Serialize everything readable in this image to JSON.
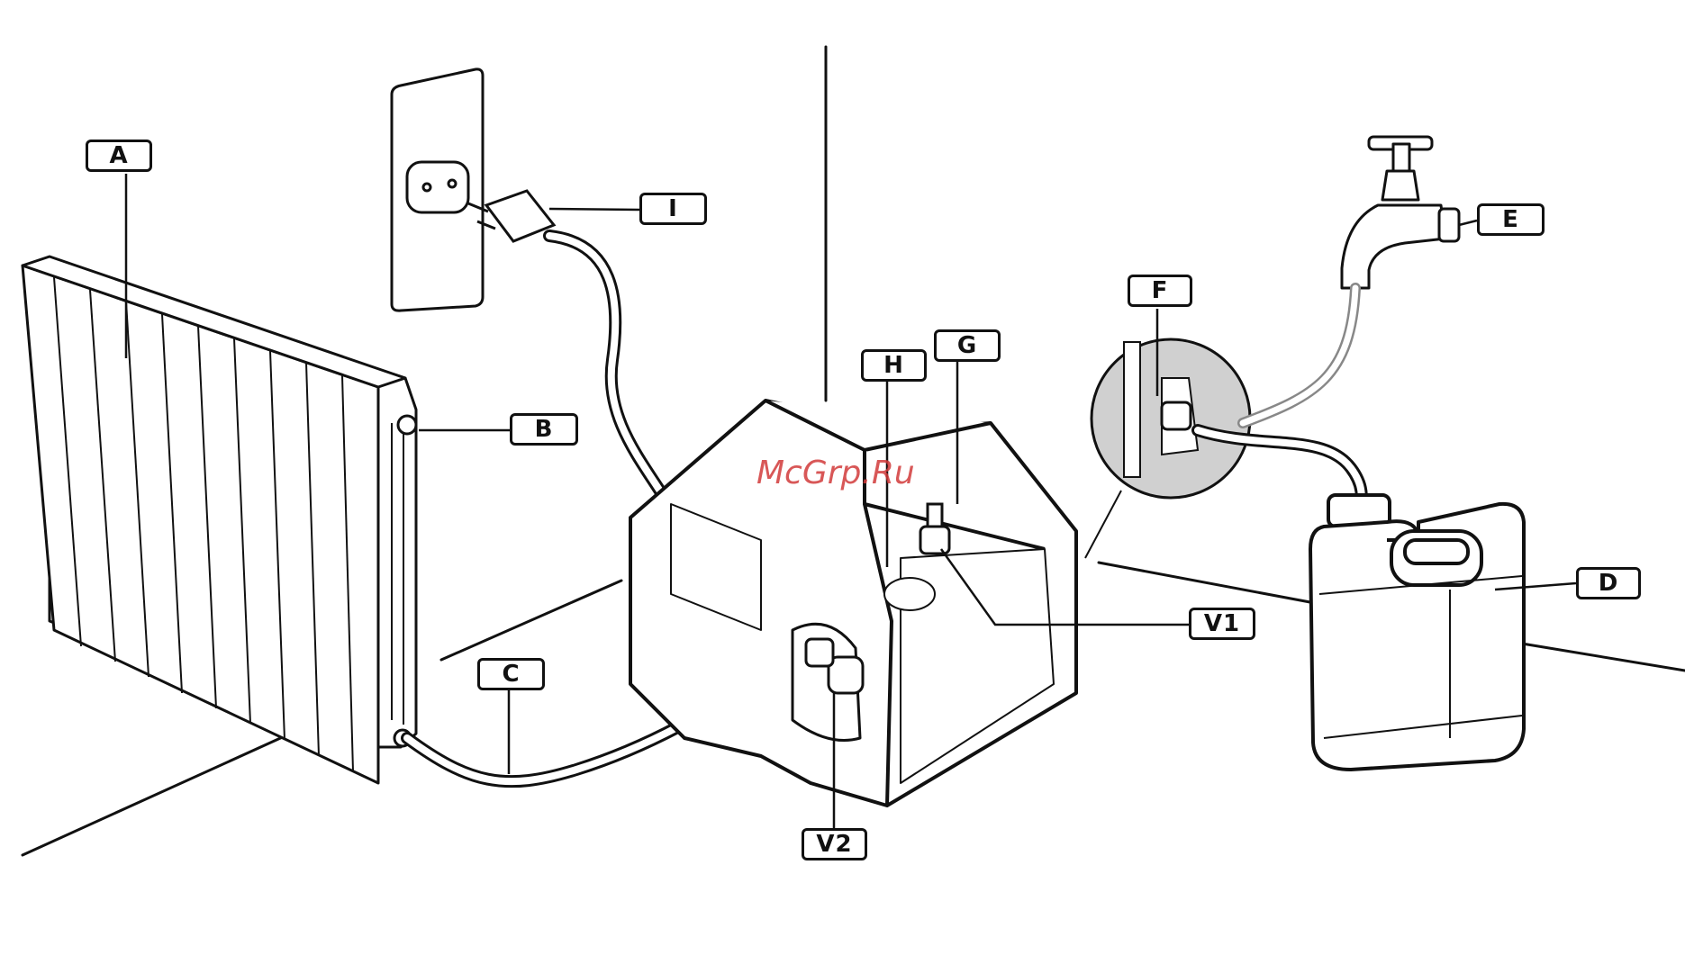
{
  "labels": {
    "A": "A",
    "B": "B",
    "C": "C",
    "D": "D",
    "E": "E",
    "F": "F",
    "G": "G",
    "H": "H",
    "I": "I",
    "V1": "V1",
    "V2": "V2"
  },
  "watermark": "McGrp.Ru",
  "colors": {
    "line": "#111111",
    "fill": "#ffffff",
    "inset": "#d0d0d0",
    "watermark": "#d23a3a"
  }
}
